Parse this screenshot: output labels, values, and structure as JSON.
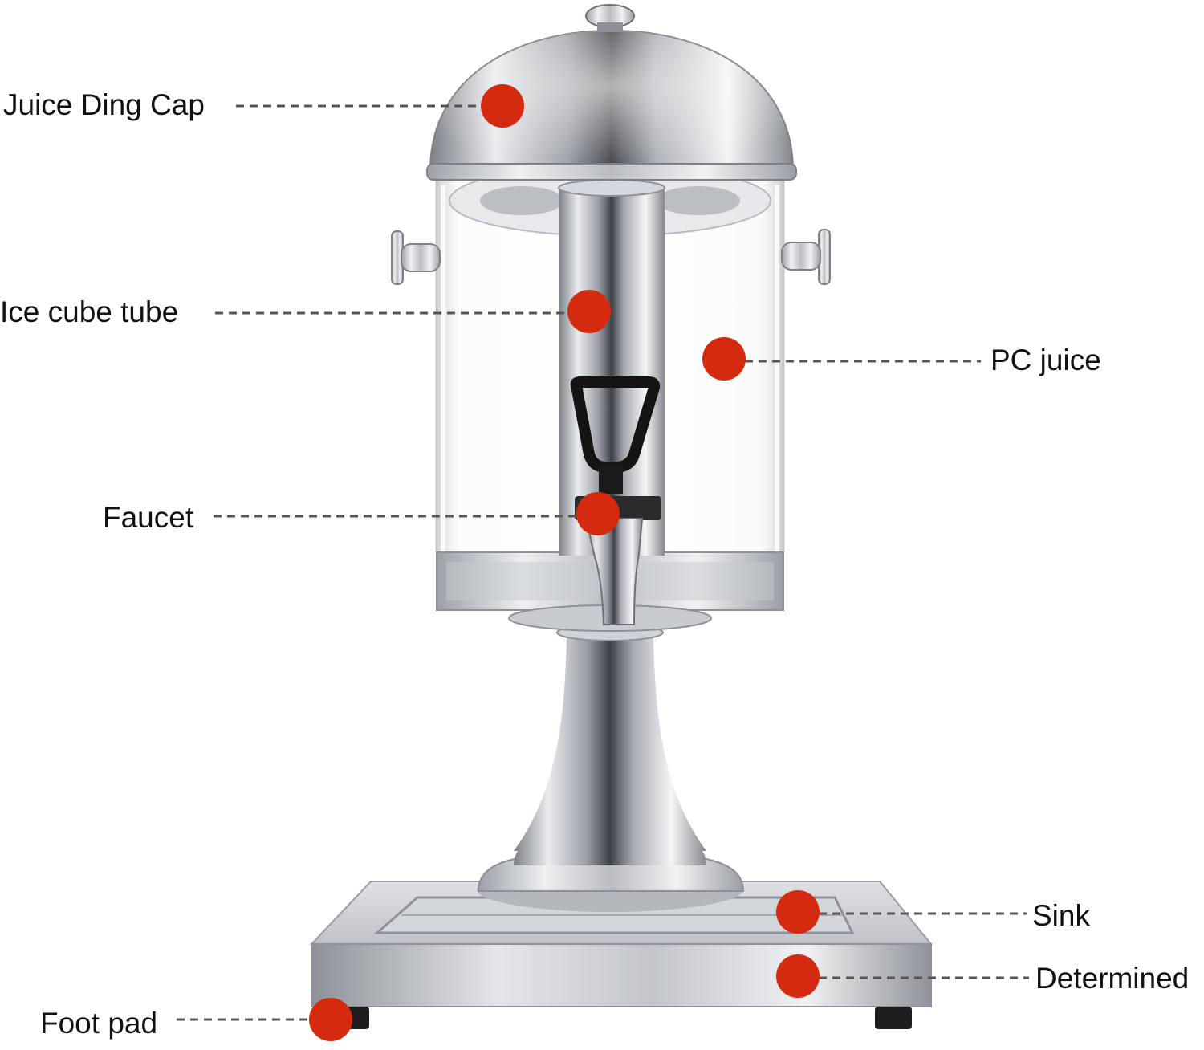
{
  "labels": {
    "juice_ding_cap": "Juice Ding Cap",
    "ice_cube_tube": "Ice cube tube",
    "pc_juice": "PC juice",
    "faucet": "Faucet",
    "sink": "Sink",
    "determined": "Determined",
    "foot_pad": "Foot pad"
  },
  "colors": {
    "marker": "#d42a10",
    "leader": "#555555",
    "steel_dark": "#6e7278",
    "steel_light": "#f2f3f5",
    "text": "#111111"
  }
}
